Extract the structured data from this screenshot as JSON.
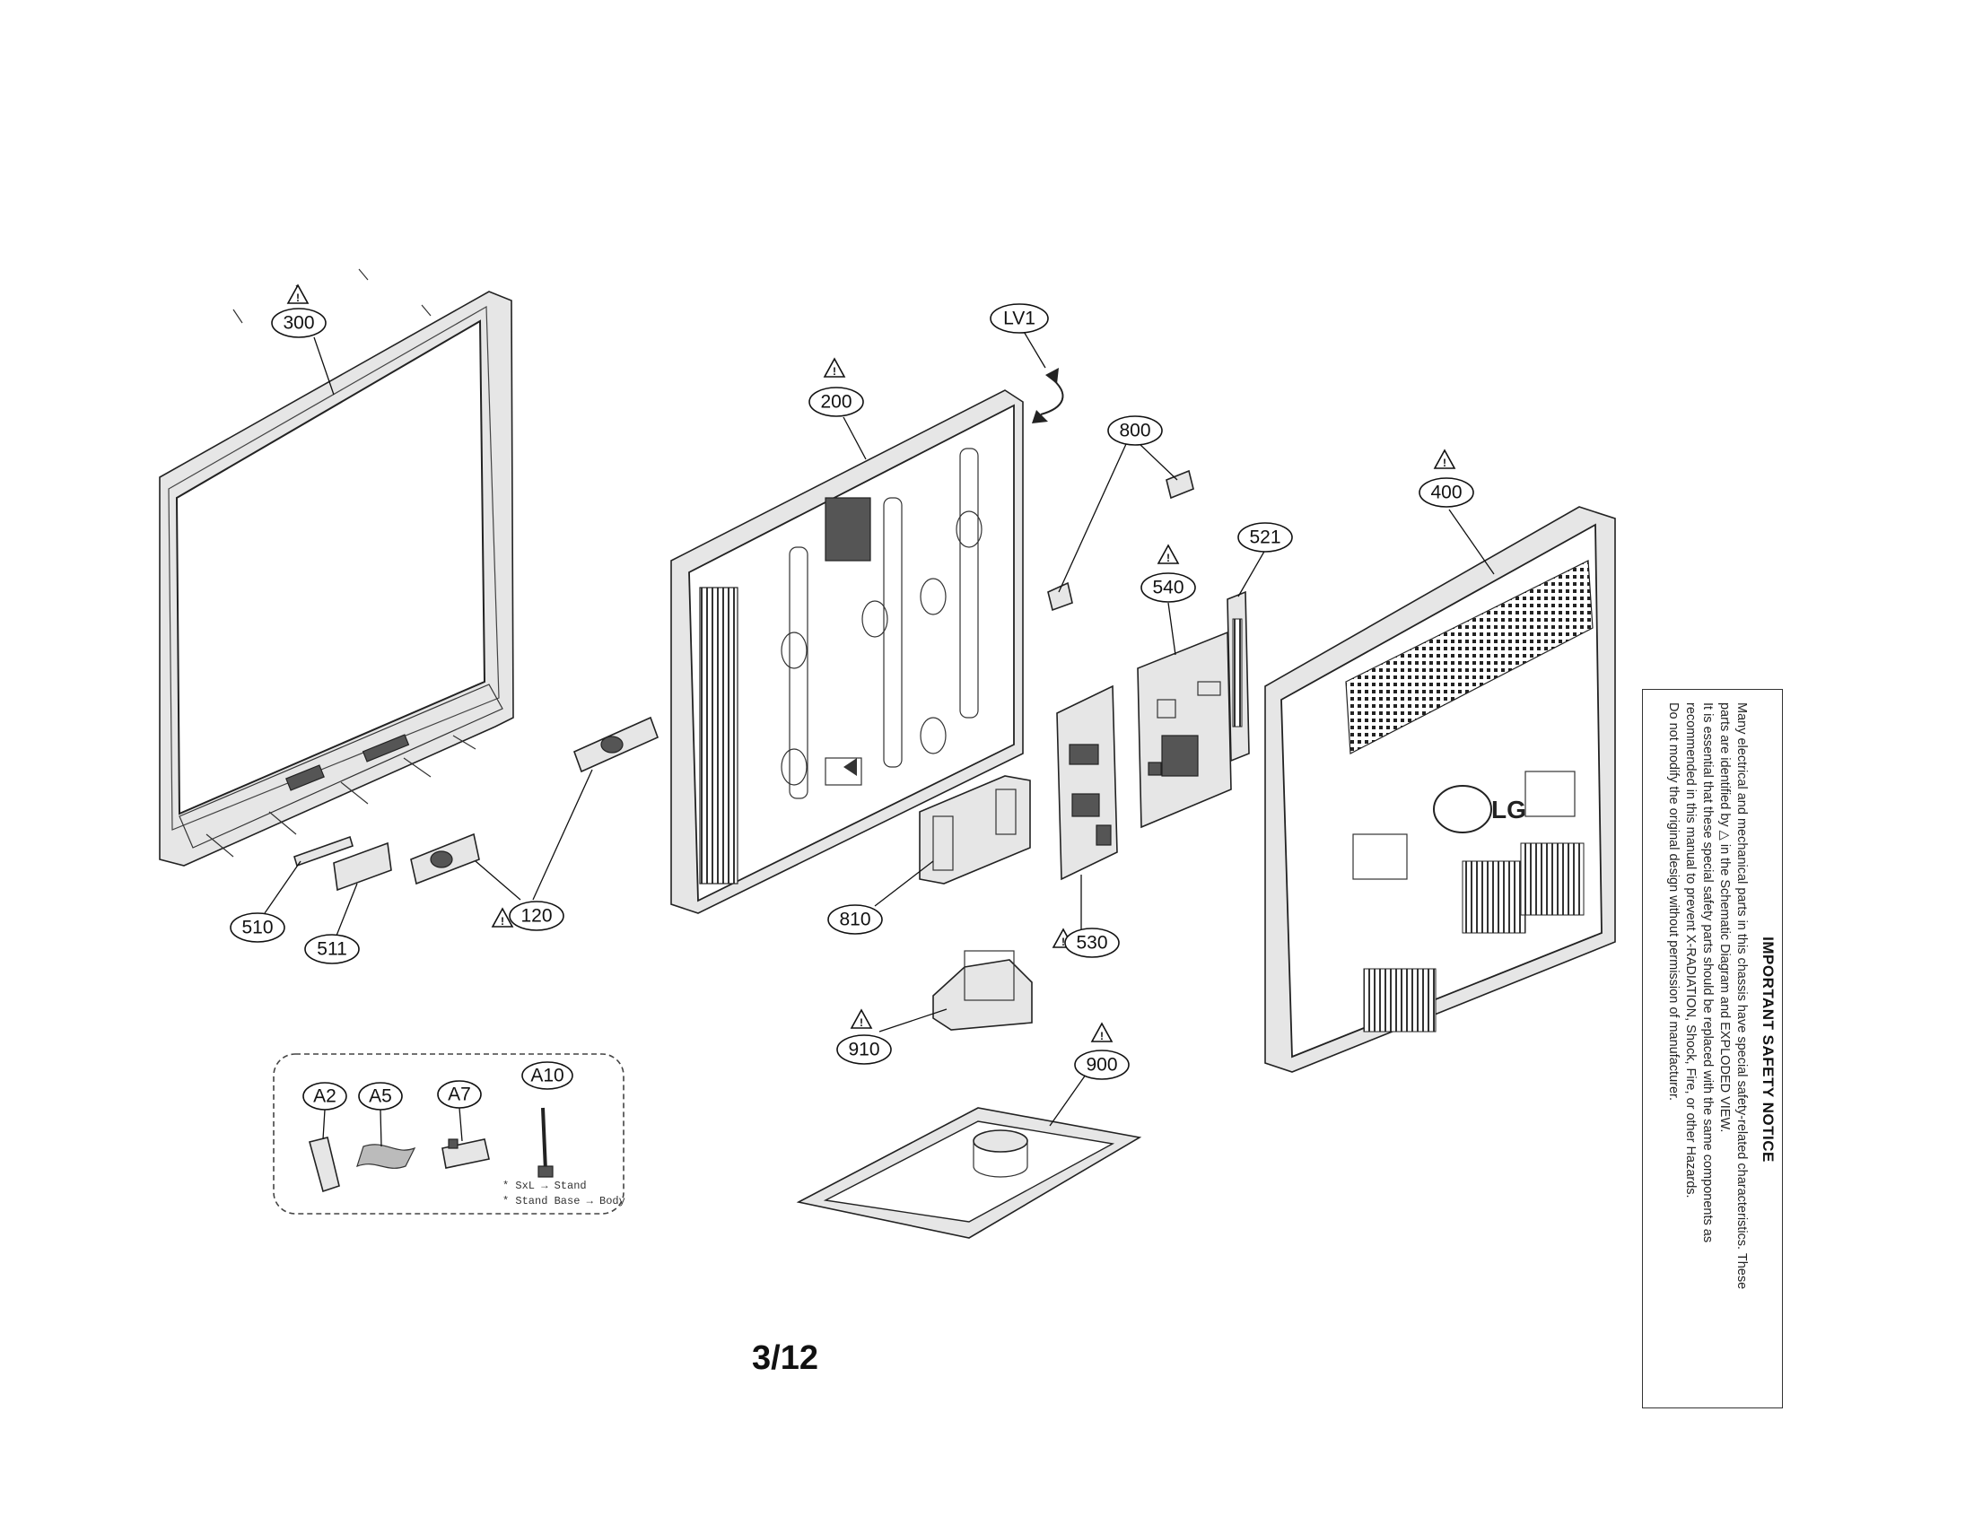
{
  "callouts": {
    "c300": "300",
    "c200": "200",
    "cLV1": "LV1",
    "c800": "800",
    "c400": "400",
    "c521": "521",
    "c540": "540",
    "c510": "510",
    "c511": "511",
    "c120": "120",
    "c810": "810",
    "c530": "530",
    "c910": "910",
    "c900": "900",
    "cA2": "A2",
    "cA5": "A5",
    "cA7": "A7",
    "cA10": "A10"
  },
  "warning_symbol": "!",
  "accessory_notes": [
    "* SxL → Stand",
    "* Stand Base → Body"
  ],
  "brand_logo": "LG",
  "page_number": "3/12",
  "safety_notice": {
    "title": "IMPORTANT SAFETY NOTICE",
    "lines": [
      "Many electrical and mechanical parts in this chassis have special safety-related characteristics. These",
      "parts are identified by △ in the Schematic Diagram and EXPLODED VIEW.",
      "It is essential that these special safety parts should be replaced with the same components as",
      "recommended in this manual to prevent X-RADIATION, Shock, Fire, or other Hazards.",
      "Do not modify the original design without permission of manufacturer."
    ]
  }
}
